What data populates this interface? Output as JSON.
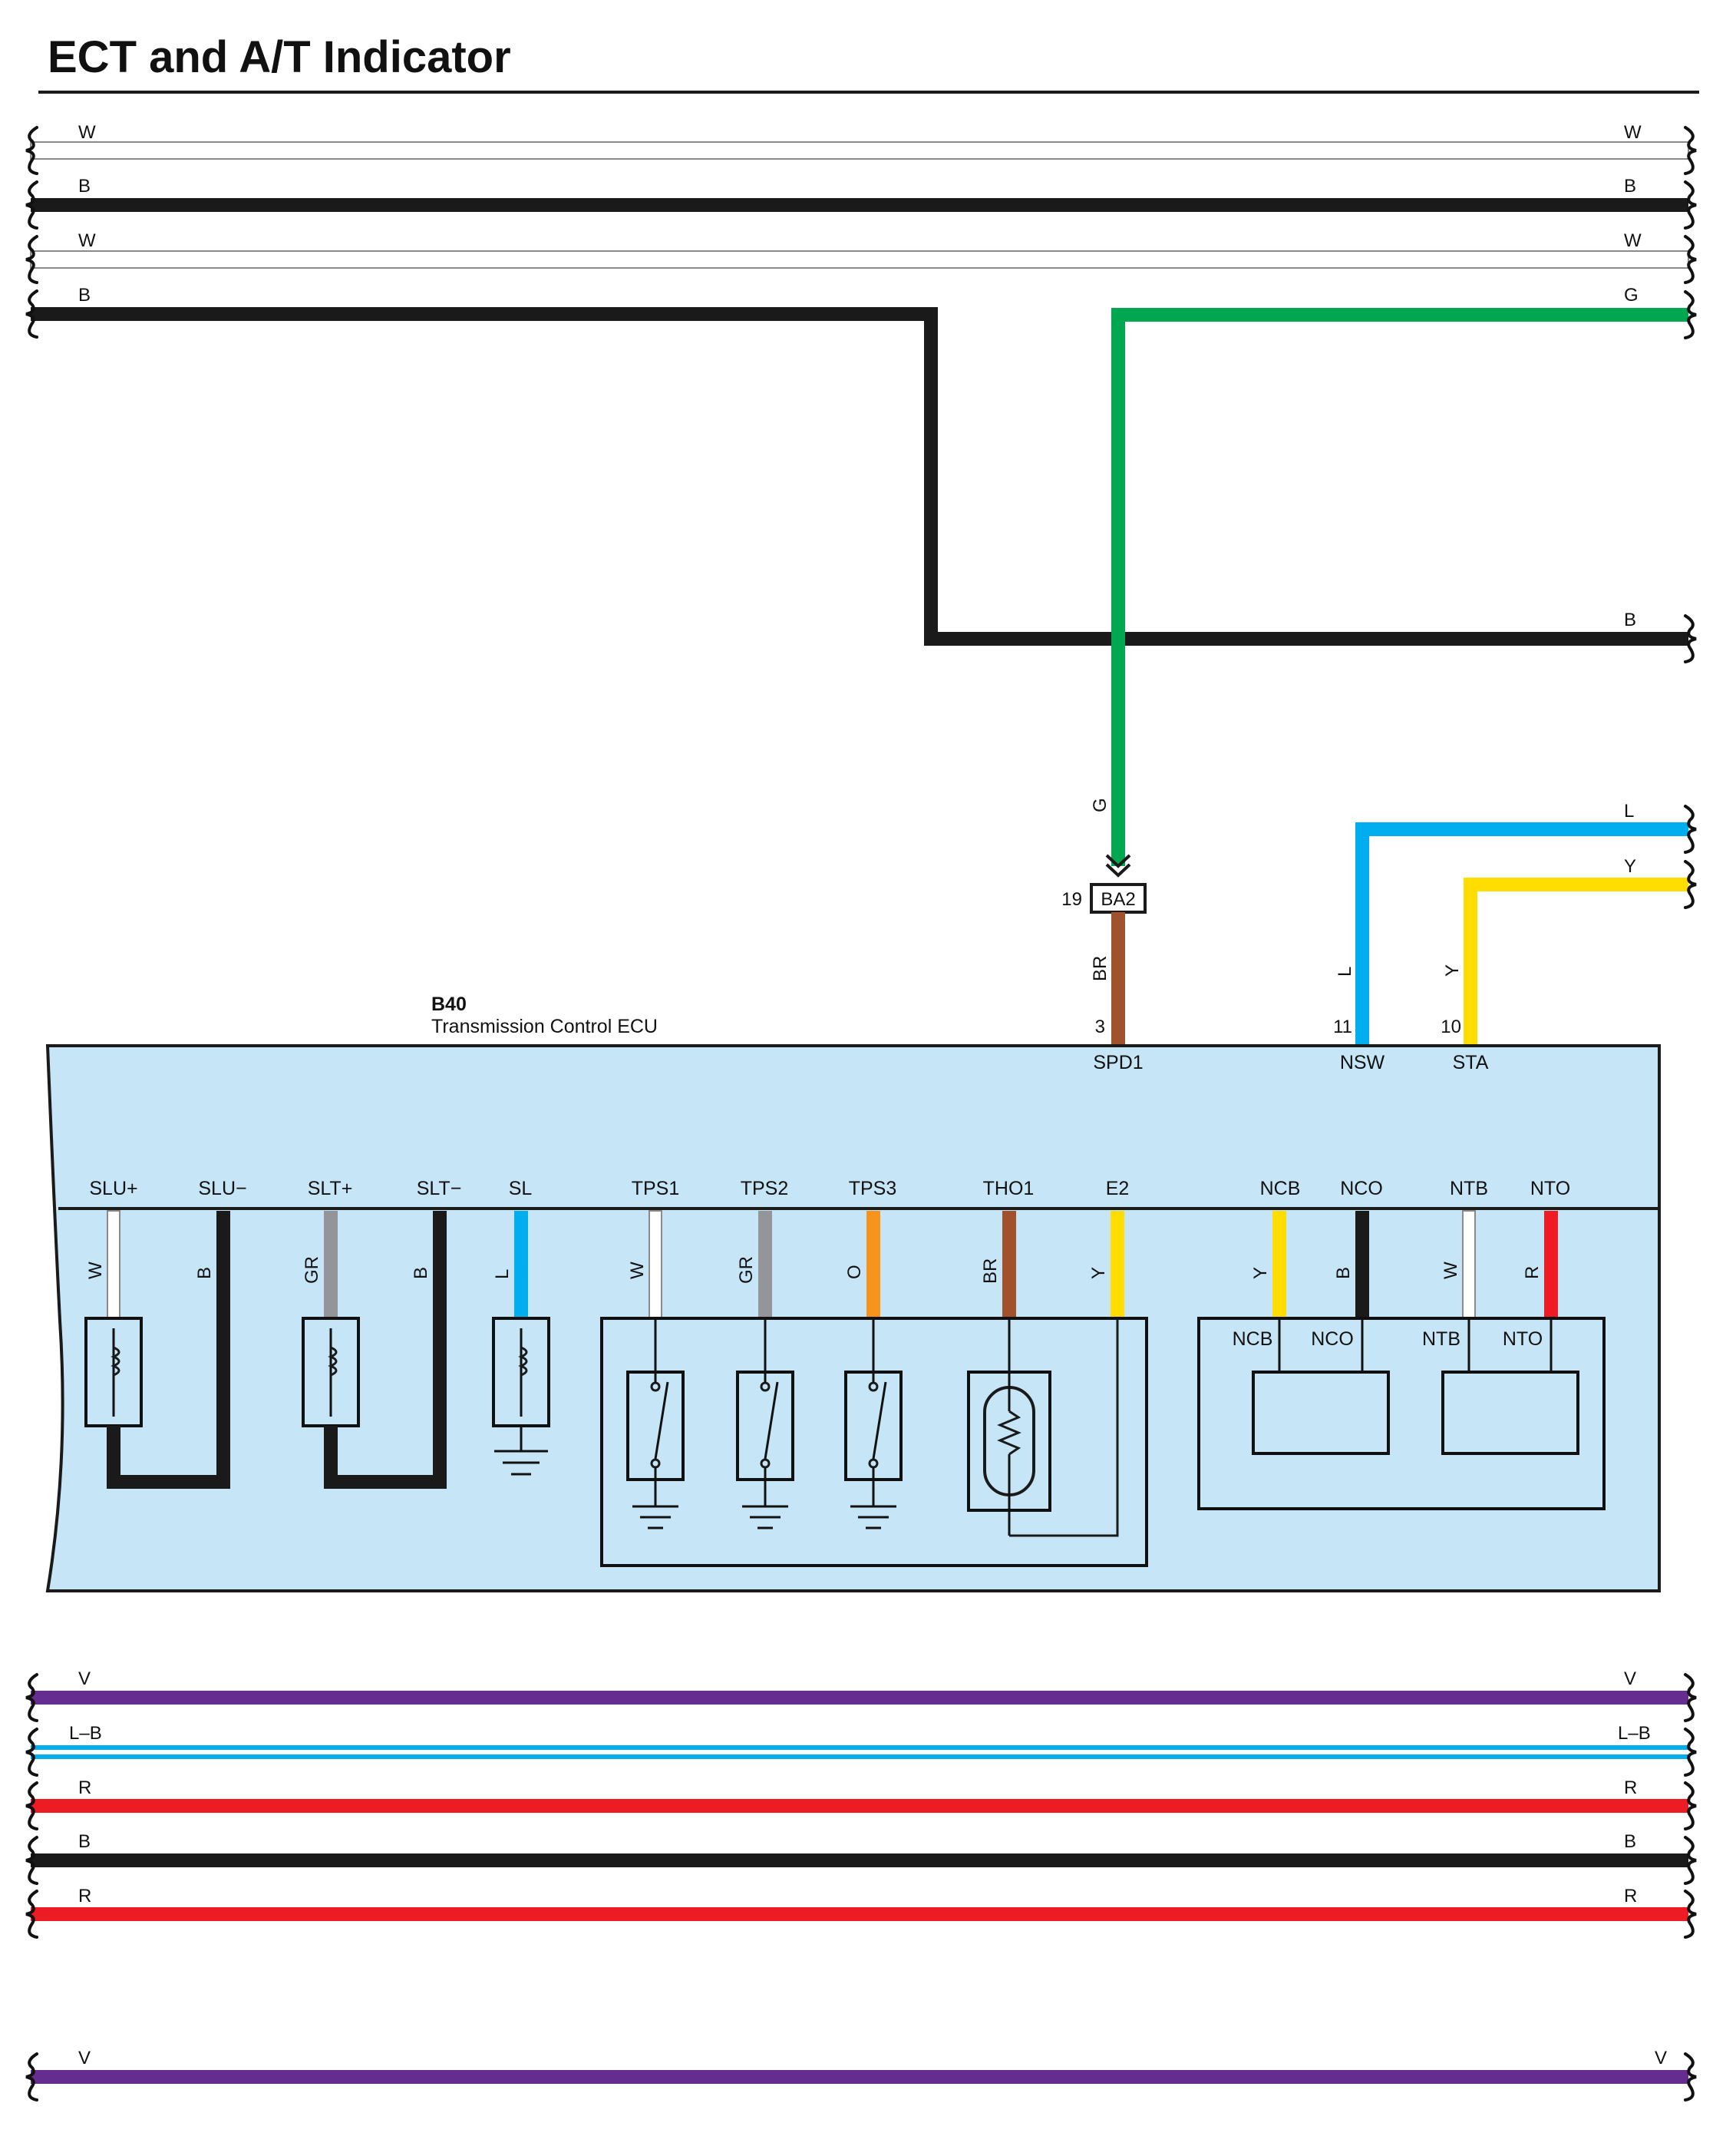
{
  "title": "ECT and A/T Indicator",
  "colors": {
    "W": "#ffffff",
    "B": "#1a1a1a",
    "G": "#00a650",
    "L": "#00aeef",
    "Y": "#ffdd00",
    "BR": "#a0522d",
    "GR": "#939598",
    "O": "#f7941d",
    "R": "#ed1c24",
    "V": "#662d91",
    "ecu_fill": "#c6e6f8"
  },
  "top_wires": {
    "w1": {
      "left_label": "W",
      "right_label": "W"
    },
    "b1": {
      "left_label": "B",
      "right_label": "B"
    },
    "w2": {
      "left_label": "W",
      "right_label": "W"
    },
    "b2": {
      "left_label": "B"
    },
    "g": {
      "right_label": "G",
      "vertical_label": "G"
    },
    "b3": {
      "right_label": "B"
    },
    "l": {
      "right_label": "L",
      "vertical_label": "L"
    },
    "y": {
      "right_label": "Y",
      "vertical_label": "Y"
    }
  },
  "connector": {
    "code": "BA2",
    "pin": "19"
  },
  "br_wire_label": "BR",
  "ecu": {
    "code": "B40",
    "name": "Transmission Control ECU",
    "top_pins": [
      {
        "num": "3",
        "signal": "SPD1"
      },
      {
        "num": "11",
        "signal": "NSW"
      },
      {
        "num": "10",
        "signal": "STA"
      }
    ],
    "inner_terminals": [
      {
        "signal": "SLU+",
        "wire": "W"
      },
      {
        "signal": "SLU−",
        "wire": "B"
      },
      {
        "signal": "SLT+",
        "wire": "GR"
      },
      {
        "signal": "SLT−",
        "wire": "B"
      },
      {
        "signal": "SL",
        "wire": "L"
      },
      {
        "signal": "TPS1",
        "wire": "W"
      },
      {
        "signal": "TPS2",
        "wire": "GR"
      },
      {
        "signal": "TPS3",
        "wire": "O"
      },
      {
        "signal": "THO1",
        "wire": "BR"
      },
      {
        "signal": "E2",
        "wire": "Y"
      },
      {
        "signal": "NCB",
        "wire": "Y"
      },
      {
        "signal": "NCO",
        "wire": "B"
      },
      {
        "signal": "NTB",
        "wire": "W"
      },
      {
        "signal": "NTO",
        "wire": "R"
      }
    ],
    "sensor_labels": [
      "NCB",
      "NCO",
      "NTB",
      "NTO"
    ]
  },
  "bottom_wires": [
    {
      "left_label": "V",
      "right_label": "V"
    },
    {
      "left_label": "L–B",
      "right_label": "L–B"
    },
    {
      "left_label": "R",
      "right_label": "R"
    },
    {
      "left_label": "B",
      "right_label": "B"
    },
    {
      "left_label": "R",
      "right_label": "R"
    }
  ],
  "last_wire": {
    "left_label": "V",
    "right_label": "V"
  }
}
